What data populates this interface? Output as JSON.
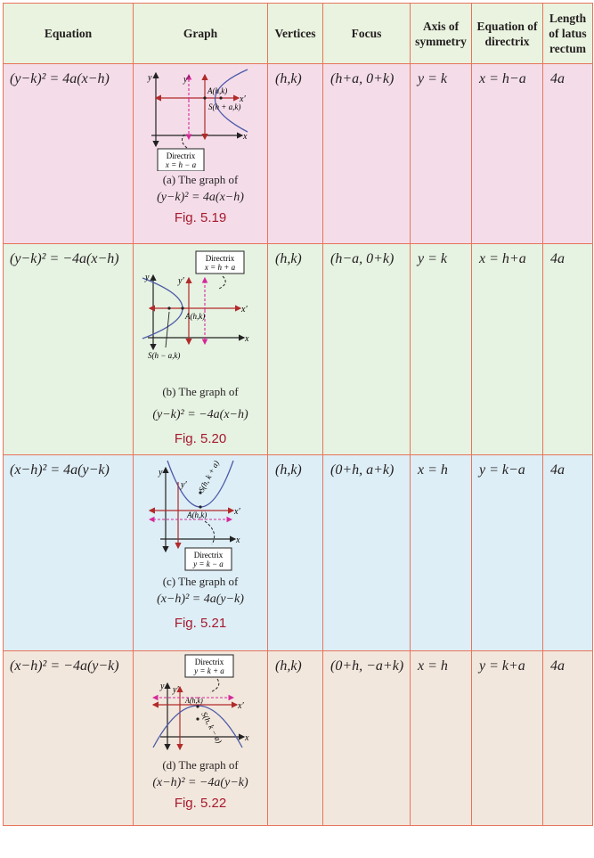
{
  "headers": {
    "equation": "Equation",
    "graph": "Graph",
    "vertices": "Vertices",
    "focus": "Focus",
    "axis": "Axis of symmetry",
    "directrix": "Equation of directrix",
    "latus": "Length of latus rectum"
  },
  "rows": [
    {
      "equation": "(y−k)² = 4a(x−h)",
      "vertex": "(h,k)",
      "focus": "(h+a, 0+k)",
      "axis": "y = k",
      "directrix": "x = h−a",
      "latus": "4a",
      "caption": "(a) The graph of",
      "caption_eq": "(y−k)² = 4a(x−h)",
      "fig": "Fig. 5.19",
      "graph": {
        "directrix_label": "Directrix",
        "directrix_eq": "x = h − a",
        "vertex_label": "A(h,k)",
        "focus_label": "S(h + a,k)",
        "x": "x",
        "y": "y",
        "x_prime": "x′",
        "y_prime": "y′"
      }
    },
    {
      "equation": "(y−k)² = −4a(x−h)",
      "vertex": "(h,k)",
      "focus": "(h−a, 0+k)",
      "axis": "y = k",
      "directrix": "x = h+a",
      "latus": "4a",
      "caption": "(b) The graph of",
      "caption_eq": "(y−k)² = −4a(x−h)",
      "fig": "Fig. 5.20",
      "graph": {
        "directrix_label": "Directrix",
        "directrix_eq": "x = h + a",
        "vertex_label": "A(h,k)",
        "focus_label": "S(h − a,k)",
        "x": "x",
        "y": "y",
        "x_prime": "x′",
        "y_prime": "y′"
      }
    },
    {
      "equation": "(x−h)² = 4a(y−k)",
      "vertex": "(h,k)",
      "focus": "(0+h, a+k)",
      "axis": "x = h",
      "directrix": "y = k−a",
      "latus": "4a",
      "caption": "(c) The graph of",
      "caption_eq": "(x−h)² = 4a(y−k)",
      "fig": "Fig. 5.21",
      "graph": {
        "directrix_label": "Directrix",
        "directrix_eq": "y = k − a",
        "vertex_label": "A(h,k)",
        "focus_label": "S(h, k + a)",
        "x": "x",
        "y": "y",
        "x_prime": "x′",
        "y_prime": "y′"
      }
    },
    {
      "equation": "(x−h)² = −4a(y−k)",
      "vertex": "(h,k)",
      "focus": "(0+h, −a+k)",
      "axis": "x = h",
      "directrix": "y = k+a",
      "latus": "4a",
      "caption": "(d) The graph of",
      "caption_eq": "(x−h)² = −4a(y−k)",
      "fig": "Fig. 5.22",
      "graph": {
        "directrix_label": "Directrix",
        "directrix_eq": "y = k + a",
        "vertex_label": "A(h,k)",
        "focus_label": "S(h, k − a)",
        "x": "x",
        "y": "y",
        "x_prime": "x′",
        "y_prime": "y′"
      }
    }
  ],
  "colors": {
    "border": "#e8745a",
    "header_bg": "#e9f3df",
    "row1_bg": "#f4dde9",
    "row2_bg": "#e6f2e2",
    "row3_bg": "#ddeef6",
    "row4_bg": "#f2e7dd",
    "curve": "#4b5aa8",
    "axis_red": "#b22a2a",
    "dashed_magenta": "#d6289a",
    "fig_label": "#a6192e"
  }
}
